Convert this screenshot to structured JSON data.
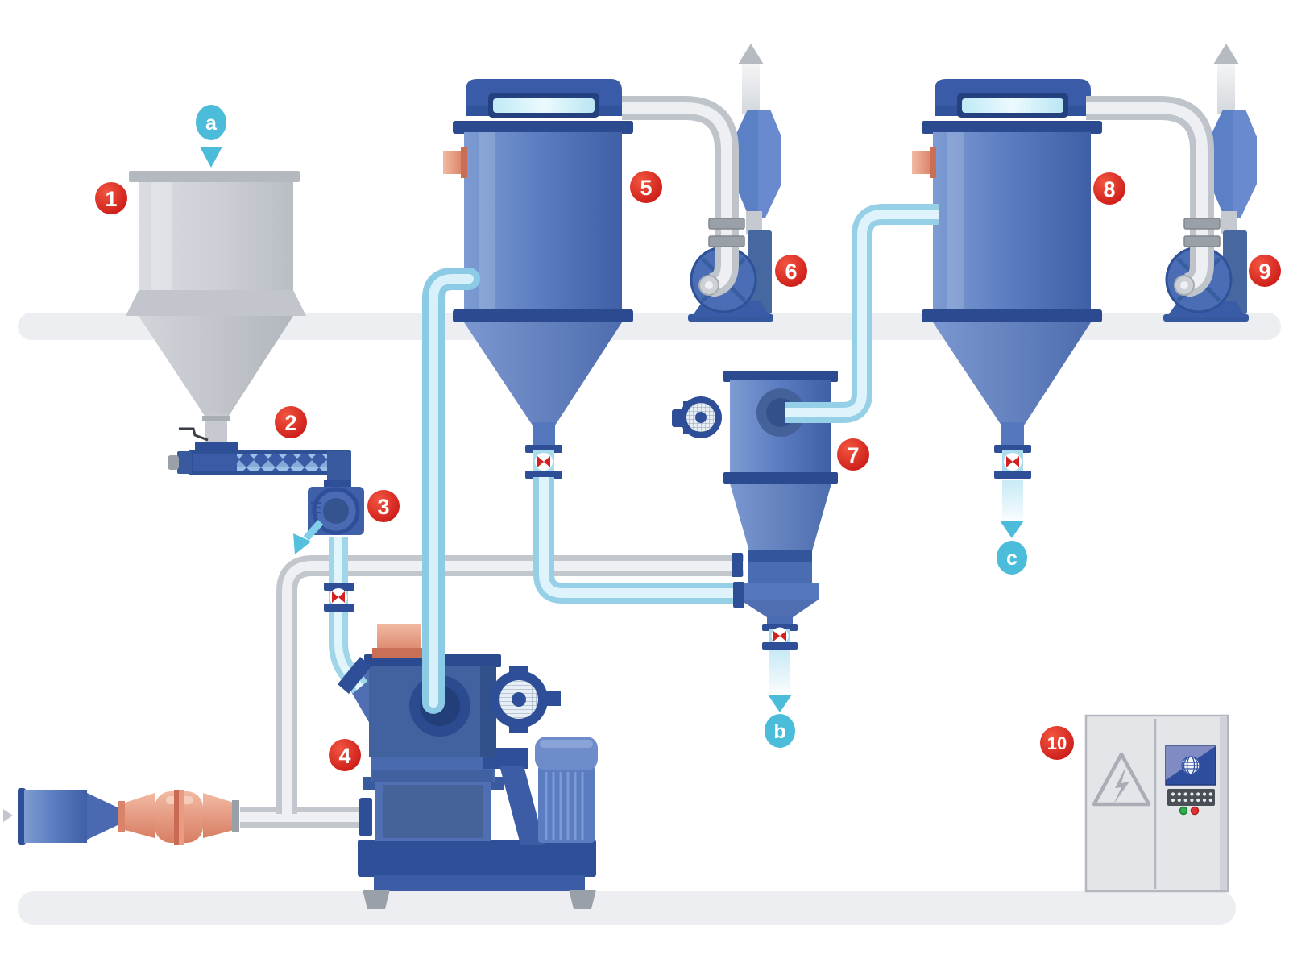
{
  "diagram": {
    "type": "industrial-process-flow-illustration",
    "markers": [
      {
        "label": "1"
      },
      {
        "label": "2"
      },
      {
        "label": "3"
      },
      {
        "label": "4"
      },
      {
        "label": "5"
      },
      {
        "label": "6"
      },
      {
        "label": "7"
      },
      {
        "label": "8"
      },
      {
        "label": "9"
      },
      {
        "label": "10"
      }
    ],
    "flows": [
      {
        "label": "a"
      },
      {
        "label": "b"
      },
      {
        "label": "c"
      }
    ],
    "colors": {
      "marker_red": "#cc1414",
      "flow_teal": "#4cbcdb",
      "equipment_blue": "#4a6cb2",
      "flange_dark_blue": "#2b4a8f",
      "pipe_light_blue": "#bfe7f4",
      "pipe_gray": "#d4d7dc",
      "salmon": "#e09075",
      "hopper_gray": "#c9ccd2",
      "floor_gray": "#eceef1",
      "valve_symbol_red": "#d42020"
    }
  }
}
